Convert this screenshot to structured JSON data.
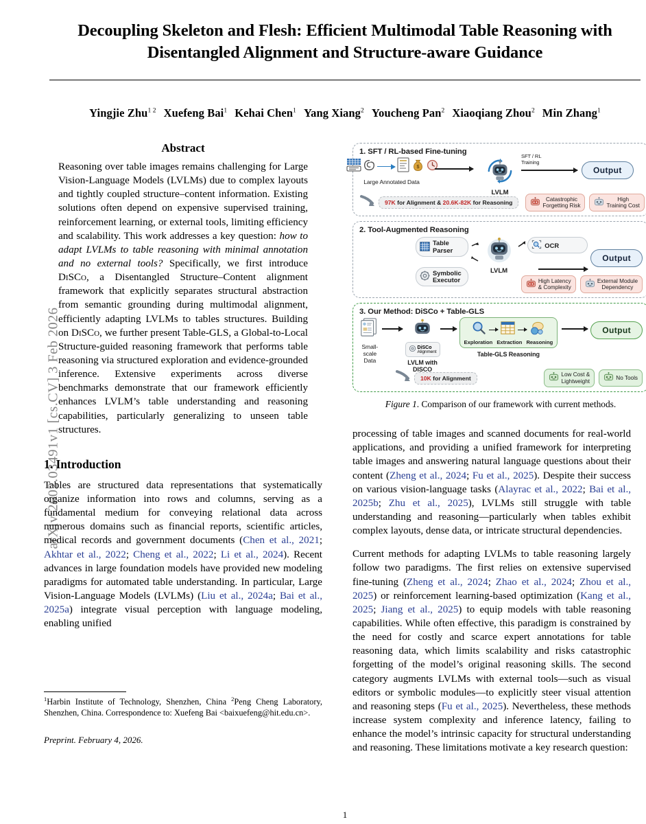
{
  "arxiv_stamp": "arXiv:2602.03491v1  [cs.CV]  3 Feb 2026",
  "title": "Decoupling Skeleton and Flesh: Efficient Multimodal Table Reasoning with Disentangled Alignment and Structure-aware Guidance",
  "authors": [
    {
      "name": "Yingjie Zhu",
      "affil": "1 2"
    },
    {
      "name": "Xuefeng Bai",
      "affil": "1"
    },
    {
      "name": "Kehai Chen",
      "affil": "1"
    },
    {
      "name": "Yang Xiang",
      "affil": "2"
    },
    {
      "name": "Youcheng Pan",
      "affil": "2"
    },
    {
      "name": "Xiaoqiang Zhou",
      "affil": "2"
    },
    {
      "name": "Min Zhang",
      "affil": "1"
    }
  ],
  "abstract": {
    "heading": "Abstract",
    "p1_a": "Reasoning over table images remains challenging for Large Vision-Language Models (LVLMs) due to complex layouts and tightly coupled structure–content information. Existing solutions often depend on expensive supervised training, reinforcement learning, or external tools, limiting efficiency and scalability. This work addresses a key question: ",
    "p1_italic": "how to adapt LVLMs to table reasoning with minimal annotation and no external tools?",
    "p1_b": " Specifically, we first introduce D",
    "p1_sc1": "i",
    "p1_c": "SC",
    "p1_sc2": "o",
    "p1_d": ", a Disentangled Structure–Content alignment framework that explicitly separates structural abstraction from semantic grounding during multimodal alignment, efficiently adapting LVLMs to tables structures. Building on D",
    "p1_e": "SC",
    "p1_f": ", we further present Table-GLS, a Global-to-Local Structure-guided reasoning framework that performs table reasoning via structured exploration and evidence-grounded inference. Extensive experiments across diverse benchmarks demonstrate that our framework efficiently enhances LVLM’s table understanding and reasoning capabilities, particularly generalizing to unseen table structures."
  },
  "introduction": {
    "heading": "1. Introduction",
    "p1_a": "Tables are structured data representations that systematically organize information into rows and columns, serving as a fundamental medium for conveying relational data across numerous domains such as financial reports, scientific articles, medical records and government documents (",
    "p1_cite1": "Chen et al., 2021",
    "p1_sep1": "; ",
    "p1_cite2": "Akhtar et al., 2022",
    "p1_sep2": "; ",
    "p1_cite3": "Cheng et al., 2022",
    "p1_sep3": "; ",
    "p1_cite4": "Li et al., 2024",
    "p1_b": "). Recent advances in large foundation models have provided new modeling paradigms for automated table understanding. In particular, Large Vision-Language Models (LVLMs) (",
    "p1_cite5": "Liu et al., 2024a",
    "p1_sep4": "; ",
    "p1_cite6": "Bai et al., 2025a",
    "p1_c": ") integrate visual perception with language modeling, enabling unified"
  },
  "right_column": {
    "p1_a": "processing of table images and scanned documents for real-world applications, and providing a unified framework for interpreting table images and answering natural language questions about their content (",
    "p1_cite1": "Zheng et al., 2024",
    "p1_sep1": "; ",
    "p1_cite2": "Fu et al., 2025",
    "p1_b": "). Despite their success on various vision-language tasks (",
    "p1_cite3": "Alayrac et al., 2022",
    "p1_sep2": "; ",
    "p1_cite4": "Bai et al., 2025b",
    "p1_sep3": "; ",
    "p1_cite5": "Zhu et al., 2025",
    "p1_c": "), LVLMs still struggle with table understanding and reasoning—particularly when tables exhibit complex layouts, dense data, or intricate structural dependencies.",
    "p2_a": "Current methods for adapting LVLMs to table reasoning largely follow two paradigms. The first relies on extensive supervised fine-tuning (",
    "p2_cite1": "Zheng et al., 2024",
    "p2_sep1": "; ",
    "p2_cite2": "Zhao et al., 2024",
    "p2_sep2": "; ",
    "p2_cite3": "Zhou et al., 2025",
    "p2_b": ") or reinforcement learning-based optimization (",
    "p2_cite4": "Kang et al., 2025",
    "p2_sep3": "; ",
    "p2_cite5": "Jiang et al., 2025",
    "p2_c": ") to equip models with table reasoning capabilities. While often effective, this paradigm is constrained by the need for costly and scarce expert annotations for table reasoning data, which limits scalability and risks catastrophic forgetting of the model’s original reasoning skills. The second category augments LVLMs with external tools—such as visual editors or symbolic modules—to explicitly steer visual attention and reasoning steps (",
    "p2_cite6": "Fu et al., 2025",
    "p2_d": "). Nevertheless, these methods increase system complexity and inference latency, failing to enhance the model’s intrinsic capacity for structural understanding and reasoning. These limitations motivate a key research question:"
  },
  "figure": {
    "caption_label": "Figure 1",
    "caption_text": ". Comparison of our framework with current methods.",
    "panel1": {
      "title": "1. SFT / RL-based Fine-tuning",
      "source_label": "Large Annotated Data",
      "data_chip_prefix": "97K",
      "data_chip_mid": " for Alignment & ",
      "data_chip_num2": "20.6K-82K",
      "data_chip_suffix": " for Reasoning",
      "model_label": "LVLM",
      "training_label_1": "SFT / RL",
      "training_label_2": "Training",
      "output_label": "Output",
      "risk1_l1": "Catastrophic",
      "risk1_l2": "Forgetting Risk",
      "risk2_l1": "High",
      "risk2_l2": "Training Cost"
    },
    "panel2": {
      "title": "2. Tool-Augmented Reasoning",
      "tool1_l1": "Table",
      "tool1_l2": "Parser",
      "tool2": "OCR",
      "tool3_l1": "Symbolic",
      "tool3_l2": "Executor",
      "model_label": "LVLM",
      "output_label": "Output",
      "risk1_l1": "High Latency",
      "risk1_l2": "& Complexity",
      "risk2_l1": "External Module",
      "risk2_l2": "Dependency"
    },
    "panel3": {
      "title": "3. Our Method: DiSCo + Table-GLS",
      "source_l1": "Small-scale",
      "source_l2": "Data",
      "badge_l1": "DiSCo",
      "badge_l2": "Alignment",
      "model_label": "LVLM with DISCO",
      "data_chip_num": "10K",
      "data_chip_suffix": " for Alignment",
      "stages": [
        "Exploration",
        "Extraction",
        "Reasoning"
      ],
      "stage_caption": "Table-GLS Reasoning",
      "output_label": "Output",
      "good1_l1": "Low Cost &",
      "good1_l2": "Lightweight",
      "good2": "No Tools"
    }
  },
  "footnote": {
    "sup1": "1",
    "text1": "Harbin Institute of Technology, Shenzhen, China ",
    "sup2": "2",
    "text2": "Peng Cheng Laboratory, Shenzhen, China. Correspondence to: Xuefeng Bai <baixuefeng@hit.edu.cn>."
  },
  "preprint": "Preprint. February 4, 2026.",
  "page_number": "1",
  "colors": {
    "citation_blue": "#2a3f94",
    "stamp_gray": "#878787",
    "warn_bg": "#fbe4e0",
    "good_bg": "#e2f2e0",
    "output_blue_bg": "#e8f1fa",
    "output_green_bg": "#e6f4e4",
    "hot_red": "#c02626",
    "green_border": "#3f9a46"
  }
}
